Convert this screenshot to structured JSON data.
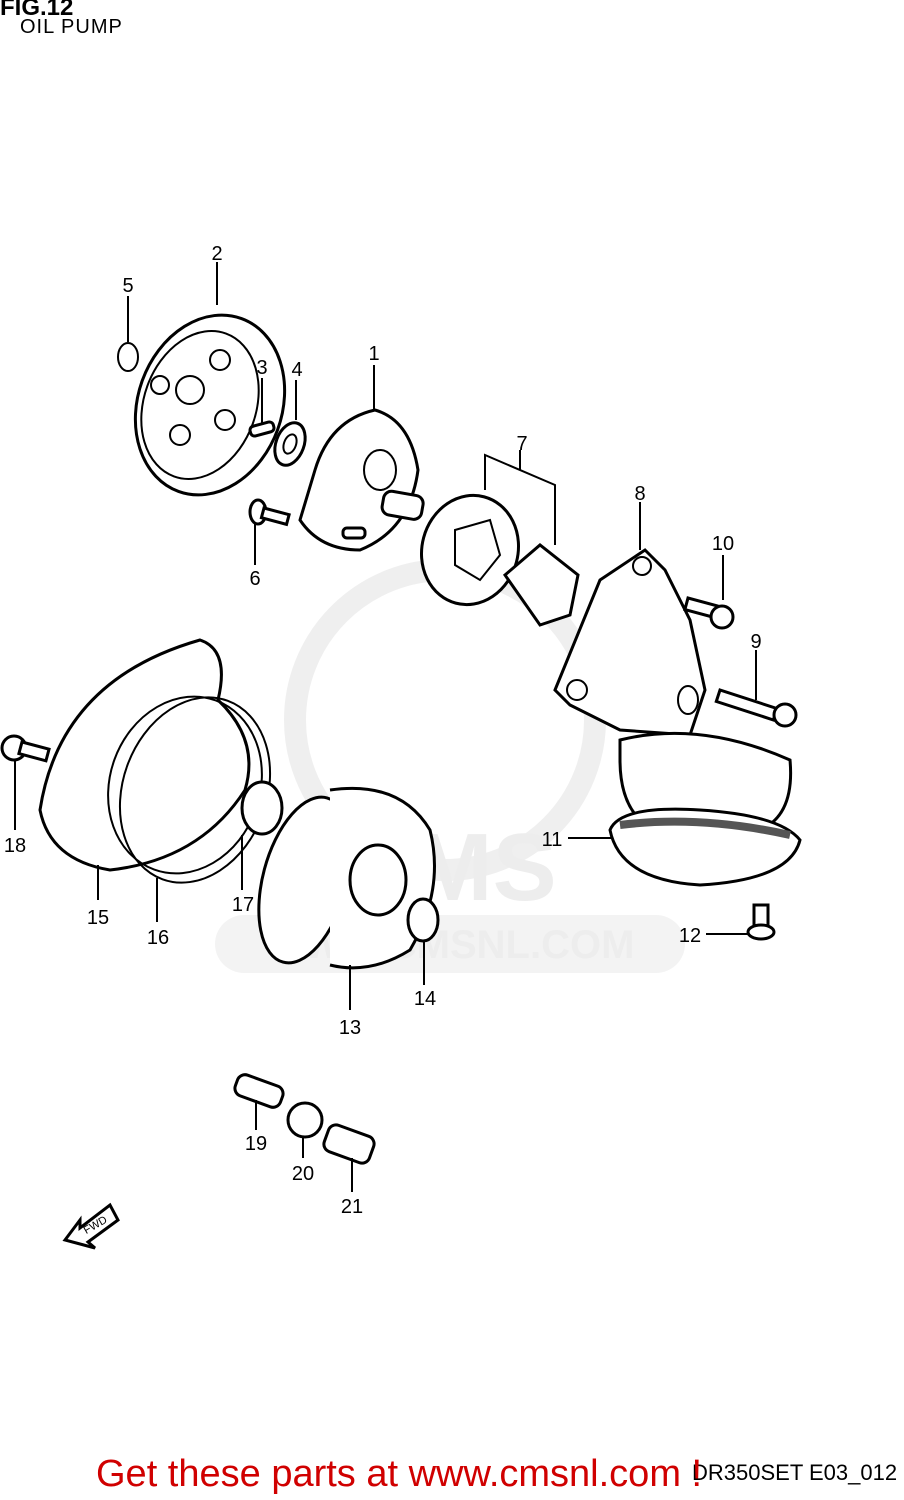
{
  "figure": {
    "title": "FIG.12",
    "subtitle": "OIL PUMP"
  },
  "watermark": {
    "brand": "CMS",
    "url": "WWW.CMSNL.COM"
  },
  "fwd_label": "FWD",
  "callouts": [
    "1",
    "2",
    "3",
    "4",
    "5",
    "6",
    "7",
    "8",
    "9",
    "10",
    "11",
    "12",
    "13",
    "14",
    "15",
    "16",
    "17",
    "18",
    "19",
    "20",
    "21"
  ],
  "footer": {
    "code": "DR350SET E03_012",
    "promo": "Get these parts at www.cmsnl.com !"
  }
}
